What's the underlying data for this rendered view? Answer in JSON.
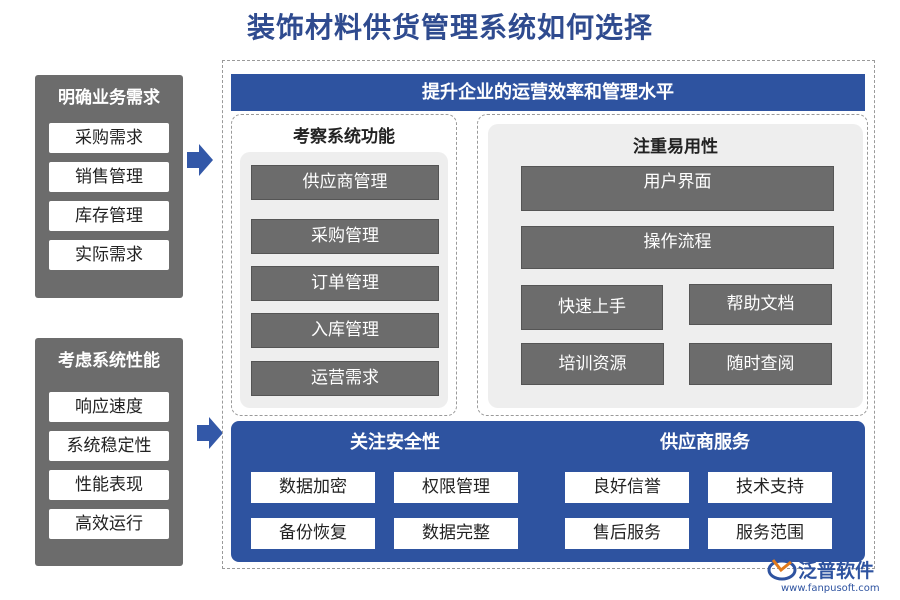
{
  "title": "装饰材料供货管理系统如何选择",
  "left_top": {
    "heading": "明确业务需求",
    "items": [
      "采购需求",
      "销售管理",
      "库存管理",
      "实际需求"
    ]
  },
  "left_bottom": {
    "heading": "考虑系统性能",
    "items": [
      "响应速度",
      "系统稳定性",
      "性能表现",
      "高效运行"
    ]
  },
  "banner": "提升企业的运营效率和管理水平",
  "functions": {
    "heading": "考察系统功能",
    "items": [
      "供应商管理",
      "采购管理",
      "订单管理",
      "入库管理",
      "运营需求"
    ]
  },
  "usability": {
    "heading": "注重易用性",
    "wide_items": [
      "用户界面",
      "操作流程"
    ],
    "grid_items": [
      "快速上手",
      "帮助文档",
      "培训资源",
      "随时查阅"
    ]
  },
  "security": {
    "heading": "关注安全性",
    "items": [
      "数据加密",
      "权限管理",
      "备份恢复",
      "数据完整"
    ]
  },
  "supplier": {
    "heading": "供应商服务",
    "items": [
      "良好信誉",
      "技术支持",
      "售后服务",
      "服务范围"
    ]
  },
  "logo": {
    "name": "泛普软件",
    "url": "www.fanpusoft.com"
  },
  "colors": {
    "blue": "#2e53a0",
    "gray": "#6c6c6c",
    "title": "#2f4b8f"
  }
}
